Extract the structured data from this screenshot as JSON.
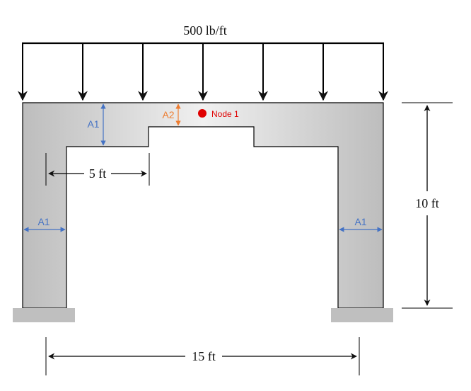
{
  "load": {
    "label": "500 lb/ft"
  },
  "dimensions": {
    "height": "10 ft",
    "span": "15 ft",
    "step": "5 ft"
  },
  "areas": {
    "a1_top": "A1",
    "a2": "A2",
    "a1_left": "A1",
    "a1_right": "A1"
  },
  "node": {
    "label": "Node 1"
  },
  "colors": {
    "a1_blue": "#4472c4",
    "a2_orange": "#ed7d31",
    "node_red": "#e00000",
    "frame_fill_edge": "#bdbdbd",
    "frame_fill_center": "#f2f2f2",
    "support": "#bfbfbf"
  }
}
